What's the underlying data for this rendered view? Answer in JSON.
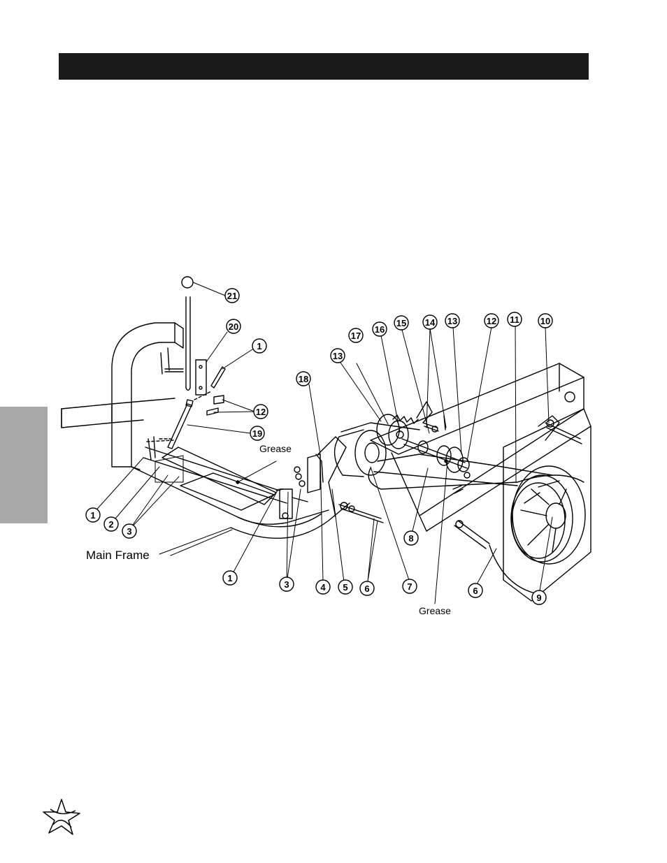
{
  "colors": {
    "header_bar": "#1a1a1a",
    "side_tab": "#a8a8a8",
    "line": "#000000"
  },
  "labels": {
    "grease_top": "Grease",
    "grease_bottom": "Grease",
    "main_frame": "Main Frame"
  },
  "callouts": [
    {
      "id": "c21",
      "number": "21"
    },
    {
      "id": "c20",
      "number": "20"
    },
    {
      "id": "c1a",
      "number": "1"
    },
    {
      "id": "c12a",
      "number": "12"
    },
    {
      "id": "c19",
      "number": "19"
    },
    {
      "id": "c1b",
      "number": "1"
    },
    {
      "id": "c2",
      "number": "2"
    },
    {
      "id": "c3a",
      "number": "3"
    },
    {
      "id": "c1c",
      "number": "1"
    },
    {
      "id": "c3b",
      "number": "3"
    },
    {
      "id": "c4",
      "number": "4"
    },
    {
      "id": "c5",
      "number": "5"
    },
    {
      "id": "c6a",
      "number": "6"
    },
    {
      "id": "c7",
      "number": "7"
    },
    {
      "id": "c8",
      "number": "8"
    },
    {
      "id": "c6b",
      "number": "6"
    },
    {
      "id": "c9",
      "number": "9"
    },
    {
      "id": "c18",
      "number": "18"
    },
    {
      "id": "c13a",
      "number": "13"
    },
    {
      "id": "c17",
      "number": "17"
    },
    {
      "id": "c16",
      "number": "16"
    },
    {
      "id": "c15",
      "number": "15"
    },
    {
      "id": "c14",
      "number": "14"
    },
    {
      "id": "c13b",
      "number": "13"
    },
    {
      "id": "c12b",
      "number": "12"
    },
    {
      "id": "c11",
      "number": "11"
    },
    {
      "id": "c10",
      "number": "10"
    }
  ],
  "icons": {
    "logo": "star-logo-icon"
  }
}
